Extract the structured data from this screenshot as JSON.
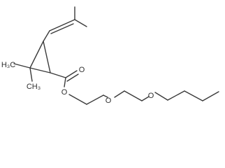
{
  "structure": {
    "bond_color": "#3a3a3a",
    "labels": {
      "ch3_left": "H₃C",
      "ch3_bottom": "CH₃",
      "carbonyl_o": "O",
      "ester_o": "O",
      "ether_o1": "O",
      "ether_o2": "O"
    }
  }
}
